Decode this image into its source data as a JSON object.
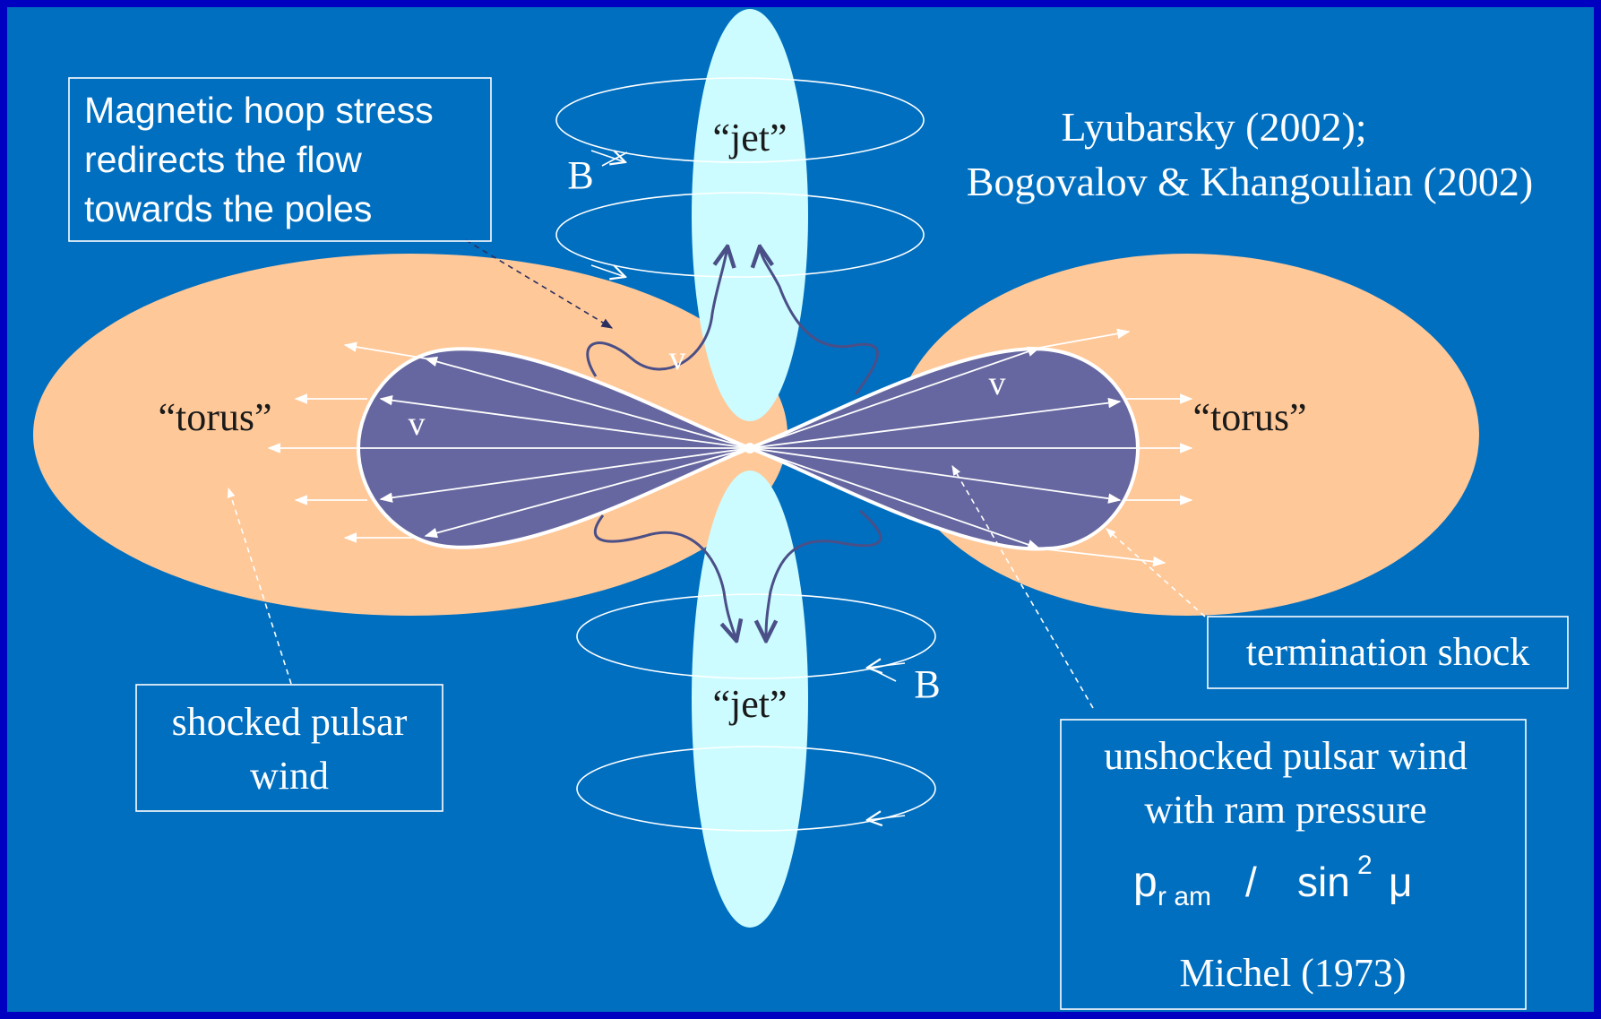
{
  "colors": {
    "frame": "#0000c0",
    "background": "#006fc0",
    "torus": "#ffc898",
    "jet": "#ccfcff",
    "unshocked_wind": "#6667a0",
    "line": "#ffffff",
    "flow_arrow": "#4a4f87"
  },
  "labels": {
    "jet_top": "“jet”",
    "jet_bottom": "“jet”",
    "torus_left": "“torus”",
    "torus_right": "“torus”",
    "v_left": "v",
    "v_top": "v",
    "v_right": "v",
    "b_top": "B",
    "b_bottom": "B"
  },
  "boxes": {
    "hoop_stress": [
      "Magnetic hoop stress",
      "redirects the flow",
      "towards the poles"
    ],
    "shocked_wind": [
      "shocked pulsar",
      "wind"
    ],
    "termination_shock": "termination shock",
    "unshocked_wind": {
      "lines": [
        "unshocked pulsar wind",
        "with ram pressure"
      ],
      "formula_p": "p",
      "formula_sub": "r am",
      "formula_div": "/",
      "formula_sin": "sin",
      "formula_sup": "2",
      "formula_mu": "μ",
      "citation": "Michel (1973)"
    }
  },
  "references": [
    "Lyubarsky  (2002);",
    "Bogovalov  & Khangoulian  (2002)"
  ]
}
